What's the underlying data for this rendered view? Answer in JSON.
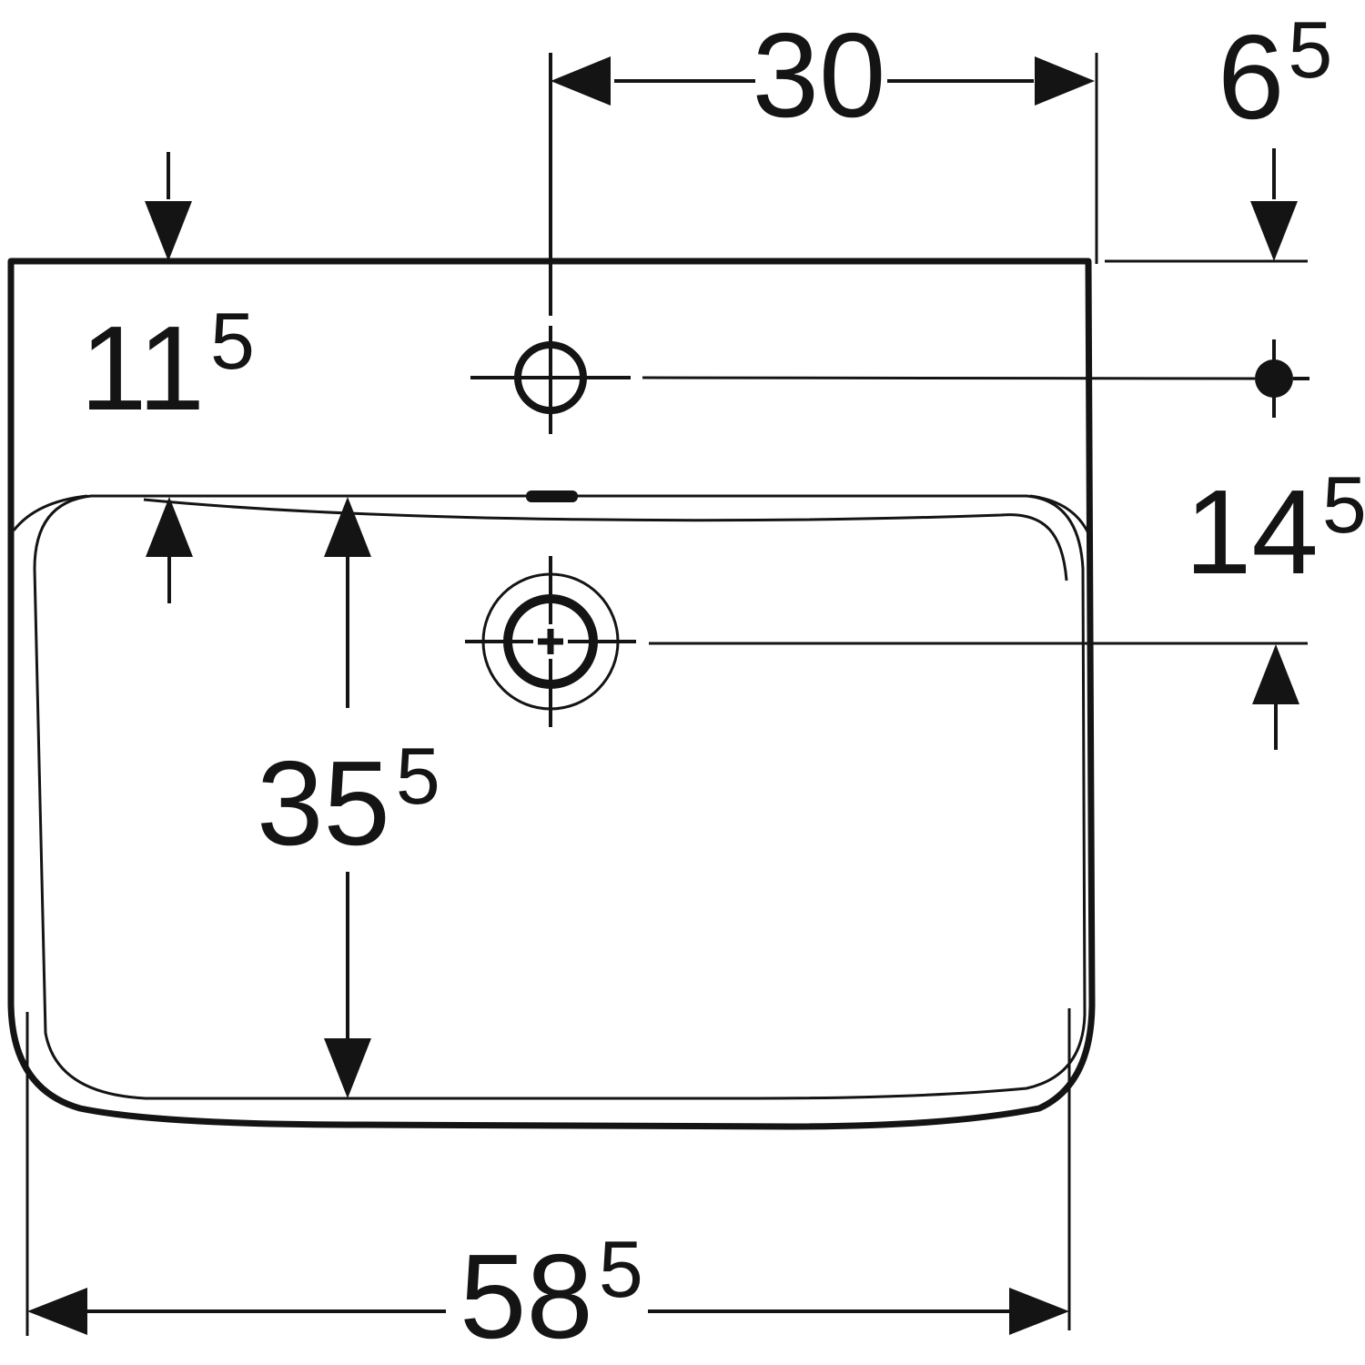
{
  "colors": {
    "line": "#141414",
    "background": "#ffffff"
  },
  "drawing_labels": {
    "dim_30": {
      "main": "30",
      "sup": ""
    },
    "dim_6_5": {
      "main": "6",
      "sup": "5"
    },
    "dim_11_5": {
      "main": "11",
      "sup": "5"
    },
    "dim_14_5": {
      "main": "14",
      "sup": "5"
    },
    "dim_35_5": {
      "main": "35",
      "sup": "5"
    },
    "dim_58_5": {
      "main": "58",
      "sup": "5"
    }
  }
}
